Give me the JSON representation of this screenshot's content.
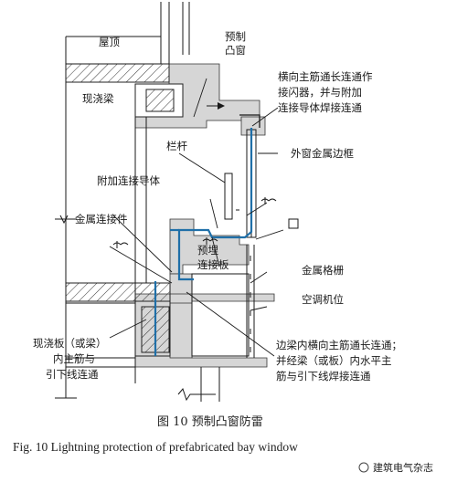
{
  "labels": {
    "roof": "屋顶",
    "precast_bay_window": "预制\n凸窗",
    "main_rebar_note": "横向主筋通长连通作\n接闪器，并与附加\n连接导体焊接连通",
    "cast_beam": "现浇梁",
    "window_frame": "外窗金属边框",
    "railing": "栏杆",
    "extra_conductor": "附加连接导体",
    "metal_connector": "金属连接件",
    "embedded_plate": "预埋\n连接板",
    "metal_grille": "金属格栅",
    "ac_unit": "空调机位",
    "cast_slab_note": "现浇板（或梁）\n内主筋与\n引下线连通",
    "edge_beam_note": "边梁内横向主筋通长连通；\n并经梁（或板）内水平主\n筋与引下线焊接连通",
    "symbol_square": "□"
  },
  "caption": {
    "cn": "图 10    预制凸窗防雷",
    "en": "Fig. 10    Lightning protection of prefabricated bay window"
  },
  "watermark": "建筑电气杂志",
  "colors": {
    "conductor": "#1f6fa8",
    "precast_fill": "#d6d6d6",
    "line": "#1a1a1a"
  }
}
